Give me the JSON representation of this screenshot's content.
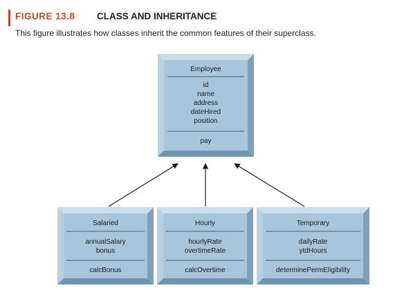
{
  "figure": {
    "number": "FIGURE 13.8",
    "title": "CLASS AND INHERITANCE",
    "caption": "This figure illustrates how classes inherit the common features of their superclass."
  },
  "colors": {
    "accent": "#c8442c",
    "box_fill": "#a7c6dc",
    "box_bevel_light": "#c9ddea",
    "box_bevel_dark": "#6f94ad",
    "divider": "#3a5d78"
  },
  "superclass": {
    "name": "Employee",
    "attributes": [
      "id",
      "name",
      "address",
      "dateHired",
      "position"
    ],
    "methods": [
      "pay"
    ]
  },
  "subclasses": [
    {
      "name": "Salaried",
      "attributes": [
        "annualSalary",
        "bonus"
      ],
      "methods": [
        "calcBonus"
      ]
    },
    {
      "name": "Hourly",
      "attributes": [
        "hourlyRate",
        "overtimeRate"
      ],
      "methods": [
        "calcOvertime"
      ]
    },
    {
      "name": "Temporary",
      "attributes": [
        "dailyRate",
        "ytdHours"
      ],
      "methods": [
        "determinePermEligibility"
      ]
    }
  ]
}
